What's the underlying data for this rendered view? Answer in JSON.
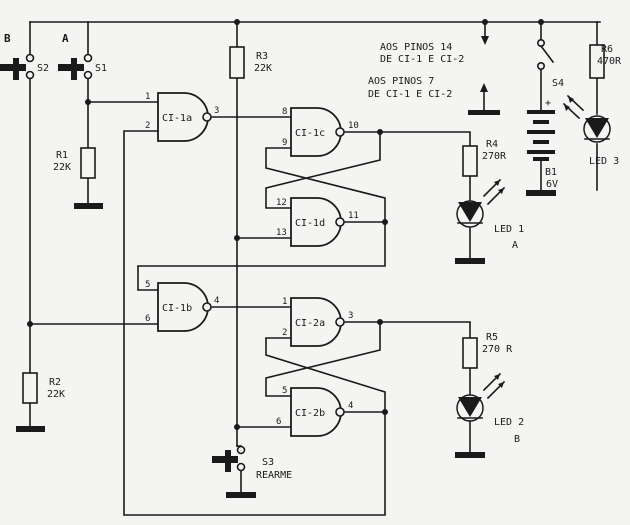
{
  "labels": {
    "s2_letter": "B",
    "s1_letter": "A",
    "s2": "S2",
    "s1": "S1",
    "r1_name": "R1",
    "r1_val": "22K",
    "r2_name": "R2",
    "r2_val": "22K",
    "r3_name": "R3",
    "r3_val": "22K",
    "r4_name": "R4",
    "r4_val": "270R",
    "r5_name": "R5",
    "r5_val": "270 R",
    "r6_name": "R6",
    "r6_val": "470R",
    "note14_a": "AOS  PINOS  14",
    "note14_b": "DE  CI-1  E  CI-2",
    "note7_a": "AOS  PINOS  7",
    "note7_b": "DE  CI-1  E  CI-2",
    "s4": "S4",
    "b1_name": "B1",
    "b1_val": "6V",
    "plus": "+",
    "led1_name": "LED 1",
    "led1_sub": "A",
    "led2_name": "LED 2",
    "led2_sub": "B",
    "led3_name": "LED 3",
    "s3": "S3",
    "rearme": "REARME"
  },
  "gates": {
    "ci1a": "CI-1a",
    "ci1b": "CI-1b",
    "ci1c": "CI-1c",
    "ci1d": "CI-1d",
    "ci2a": "CI-2a",
    "ci2b": "CI-2b"
  },
  "pins": {
    "ci1a_in1": "1",
    "ci1a_in2": "2",
    "ci1a_out": "3",
    "ci1c_in1": "8",
    "ci1c_in2": "9",
    "ci1c_out": "10",
    "ci1d_in1": "12",
    "ci1d_in2": "13",
    "ci1d_out": "11",
    "ci1b_in1": "5",
    "ci1b_in2": "6",
    "ci1b_out": "4",
    "ci2a_in1": "1",
    "ci2a_in2": "2",
    "ci2a_out": "3",
    "ci2b_in1": "5",
    "ci2b_in2": "6",
    "ci2b_out": "4"
  }
}
